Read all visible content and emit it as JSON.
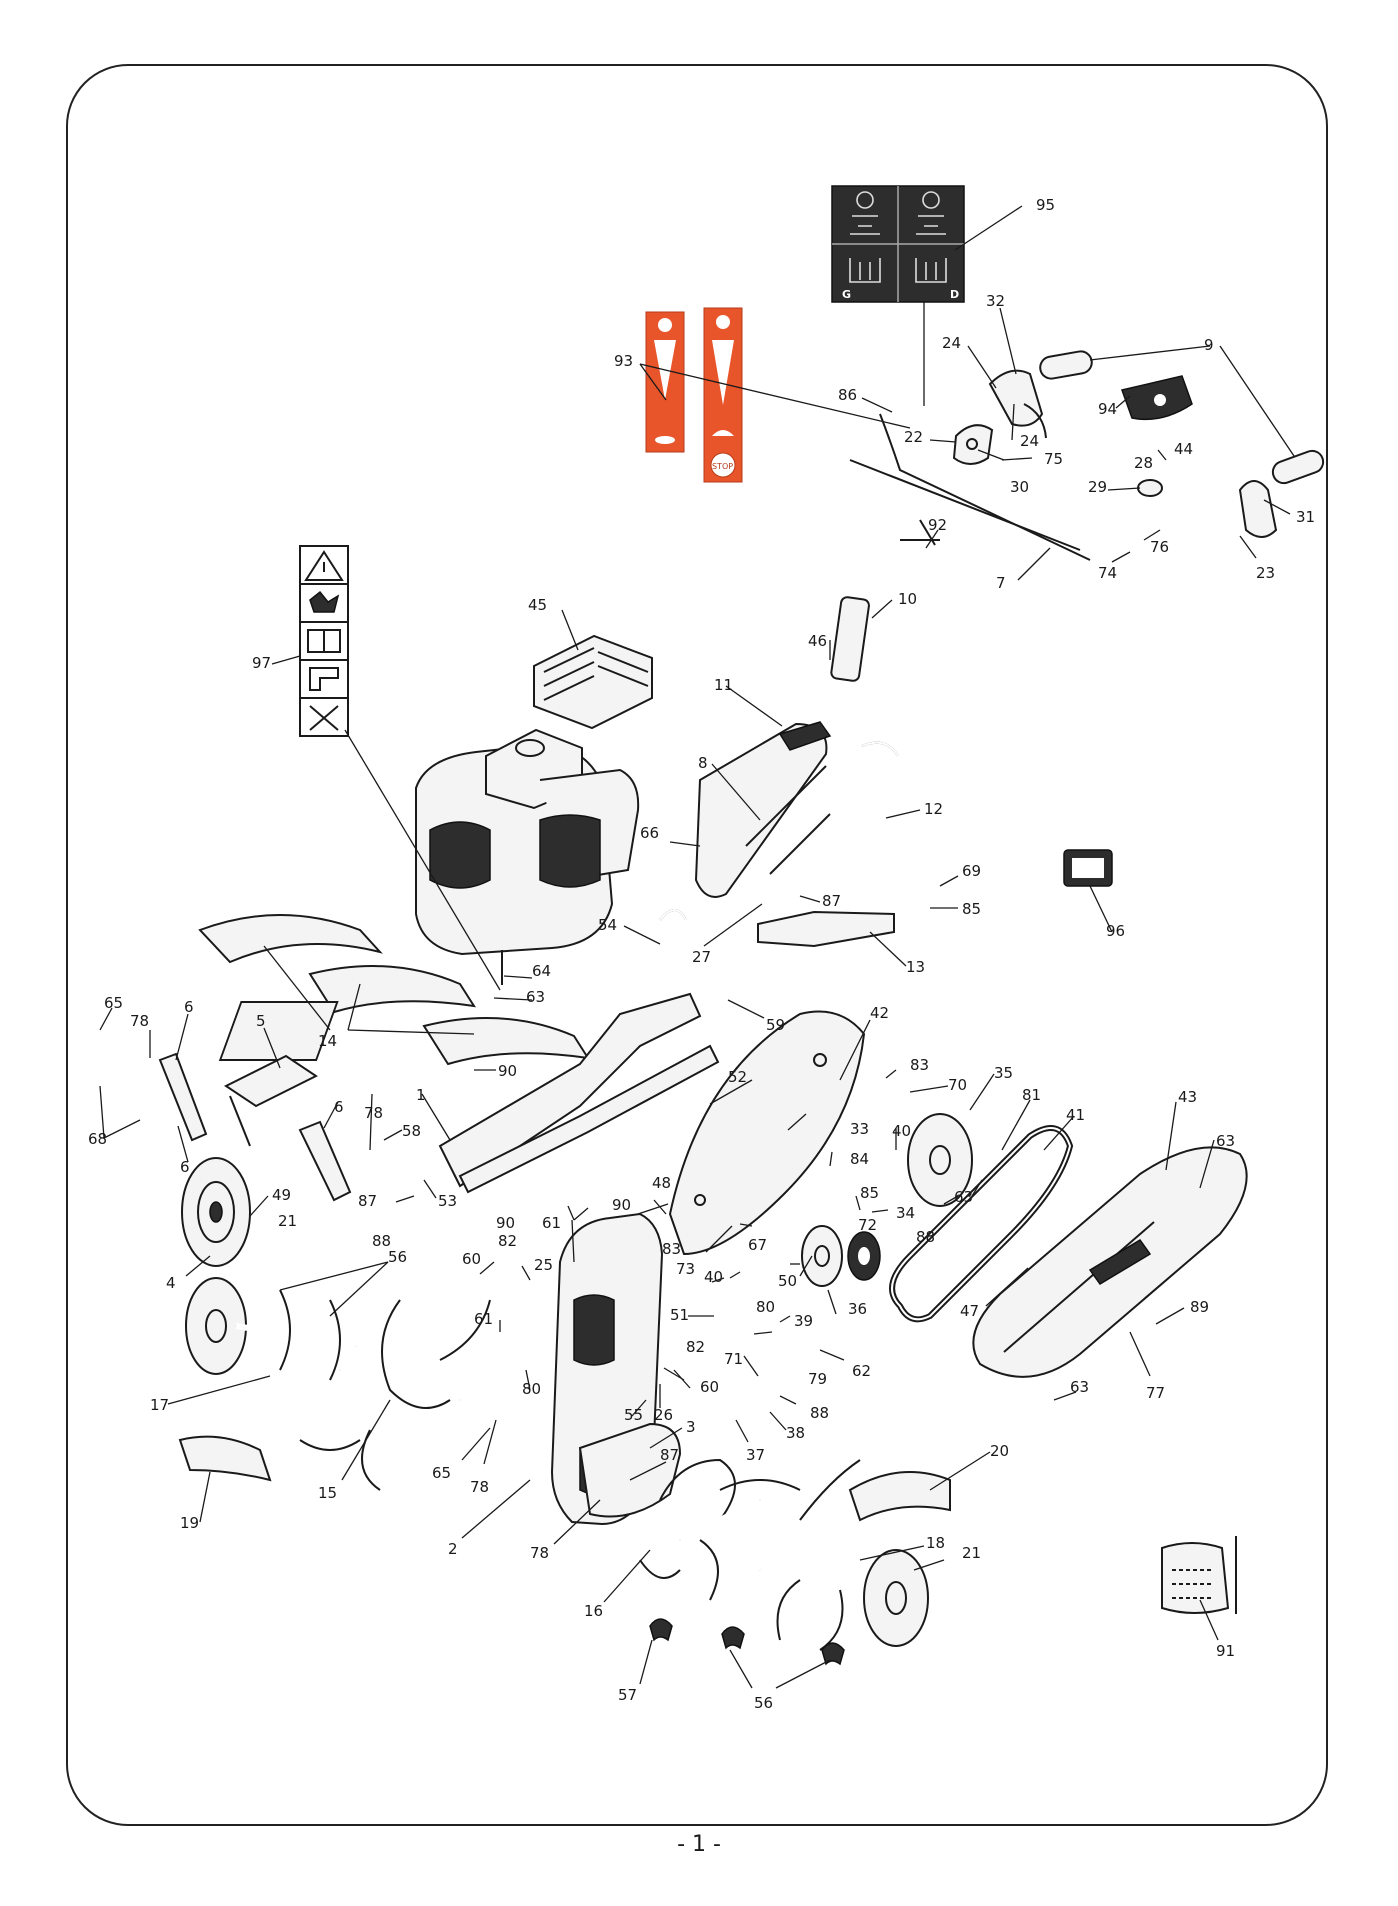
{
  "page": {
    "number": "- 1 -"
  },
  "labels": [
    {
      "id": "95",
      "text": "95"
    },
    {
      "id": "32",
      "text": "32"
    },
    {
      "id": "9",
      "text": "9"
    },
    {
      "id": "24a",
      "text": "24"
    },
    {
      "id": "24b",
      "text": "24"
    },
    {
      "id": "86",
      "text": "86"
    },
    {
      "id": "93",
      "text": "93"
    },
    {
      "id": "94",
      "text": "94"
    },
    {
      "id": "22",
      "text": "22"
    },
    {
      "id": "75",
      "text": "75"
    },
    {
      "id": "30",
      "text": "30"
    },
    {
      "id": "28",
      "text": "28"
    },
    {
      "id": "44",
      "text": "44"
    },
    {
      "id": "29",
      "text": "29"
    },
    {
      "id": "31",
      "text": "31"
    },
    {
      "id": "92",
      "text": "92"
    },
    {
      "id": "76",
      "text": "76"
    },
    {
      "id": "74",
      "text": "74"
    },
    {
      "id": "23",
      "text": "23"
    },
    {
      "id": "7",
      "text": "7"
    },
    {
      "id": "10",
      "text": "10"
    },
    {
      "id": "45",
      "text": "45"
    },
    {
      "id": "46",
      "text": "46"
    },
    {
      "id": "97",
      "text": "97"
    },
    {
      "id": "11",
      "text": "11"
    },
    {
      "id": "8",
      "text": "8"
    },
    {
      "id": "12",
      "text": "12"
    },
    {
      "id": "66",
      "text": "66"
    },
    {
      "id": "69",
      "text": "69"
    },
    {
      "id": "96",
      "text": "96"
    },
    {
      "id": "87a",
      "text": "87"
    },
    {
      "id": "85a",
      "text": "85"
    },
    {
      "id": "27",
      "text": "27"
    },
    {
      "id": "54",
      "text": "54"
    },
    {
      "id": "13",
      "text": "13"
    },
    {
      "id": "64",
      "text": "64"
    },
    {
      "id": "63a",
      "text": "63"
    },
    {
      "id": "59",
      "text": "59"
    },
    {
      "id": "65a",
      "text": "65"
    },
    {
      "id": "78a",
      "text": "78"
    },
    {
      "id": "6a",
      "text": "6"
    },
    {
      "id": "5",
      "text": "5"
    },
    {
      "id": "14",
      "text": "14"
    },
    {
      "id": "90a",
      "text": "90"
    },
    {
      "id": "42",
      "text": "42"
    },
    {
      "id": "83a",
      "text": "83"
    },
    {
      "id": "35",
      "text": "35"
    },
    {
      "id": "70",
      "text": "70"
    },
    {
      "id": "81",
      "text": "81"
    },
    {
      "id": "43",
      "text": "43"
    },
    {
      "id": "41",
      "text": "41"
    },
    {
      "id": "52",
      "text": "52"
    },
    {
      "id": "1",
      "text": "1"
    },
    {
      "id": "68",
      "text": "68"
    },
    {
      "id": "6b",
      "text": "6"
    },
    {
      "id": "6c",
      "text": "6"
    },
    {
      "id": "78b",
      "text": "78"
    },
    {
      "id": "58",
      "text": "58"
    },
    {
      "id": "33",
      "text": "33"
    },
    {
      "id": "40a",
      "text": "40"
    },
    {
      "id": "84",
      "text": "84"
    },
    {
      "id": "63b",
      "text": "63"
    },
    {
      "id": "63c",
      "text": "63"
    },
    {
      "id": "49",
      "text": "49"
    },
    {
      "id": "87b",
      "text": "87"
    },
    {
      "id": "53",
      "text": "53"
    },
    {
      "id": "48",
      "text": "48"
    },
    {
      "id": "90b",
      "text": "90"
    },
    {
      "id": "90c",
      "text": "90"
    },
    {
      "id": "85b",
      "text": "85"
    },
    {
      "id": "34",
      "text": "34"
    },
    {
      "id": "72",
      "text": "72"
    },
    {
      "id": "21a",
      "text": "21"
    },
    {
      "id": "88a",
      "text": "88"
    },
    {
      "id": "61a",
      "text": "61"
    },
    {
      "id": "83b",
      "text": "83"
    },
    {
      "id": "67",
      "text": "67"
    },
    {
      "id": "88b",
      "text": "88"
    },
    {
      "id": "82a",
      "text": "82"
    },
    {
      "id": "60a",
      "text": "60"
    },
    {
      "id": "25",
      "text": "25"
    },
    {
      "id": "73",
      "text": "73"
    },
    {
      "id": "40b",
      "text": "40"
    },
    {
      "id": "50",
      "text": "50"
    },
    {
      "id": "47",
      "text": "47"
    },
    {
      "id": "4",
      "text": "4"
    },
    {
      "id": "56a",
      "text": "56"
    },
    {
      "id": "36",
      "text": "36"
    },
    {
      "id": "89",
      "text": "89"
    },
    {
      "id": "51",
      "text": "51"
    },
    {
      "id": "80a",
      "text": "80"
    },
    {
      "id": "39",
      "text": "39"
    },
    {
      "id": "61b",
      "text": "61"
    },
    {
      "id": "62",
      "text": "62"
    },
    {
      "id": "77",
      "text": "77"
    },
    {
      "id": "82b",
      "text": "82"
    },
    {
      "id": "71",
      "text": "71"
    },
    {
      "id": "80b",
      "text": "80"
    },
    {
      "id": "60b",
      "text": "60"
    },
    {
      "id": "79",
      "text": "79"
    },
    {
      "id": "63d",
      "text": "63"
    },
    {
      "id": "17",
      "text": "17"
    },
    {
      "id": "26",
      "text": "26"
    },
    {
      "id": "55",
      "text": "55"
    },
    {
      "id": "88c",
      "text": "88"
    },
    {
      "id": "3",
      "text": "3"
    },
    {
      "id": "38",
      "text": "38"
    },
    {
      "id": "37",
      "text": "37"
    },
    {
      "id": "87c",
      "text": "87"
    },
    {
      "id": "20",
      "text": "20"
    },
    {
      "id": "65b",
      "text": "65"
    },
    {
      "id": "78c",
      "text": "78"
    },
    {
      "id": "15",
      "text": "15"
    },
    {
      "id": "19",
      "text": "19"
    },
    {
      "id": "2",
      "text": "2"
    },
    {
      "id": "78d",
      "text": "78"
    },
    {
      "id": "18",
      "text": "18"
    },
    {
      "id": "21b",
      "text": "21"
    },
    {
      "id": "16",
      "text": "16"
    },
    {
      "id": "91",
      "text": "91"
    },
    {
      "id": "57",
      "text": "57"
    },
    {
      "id": "56b",
      "text": "56"
    }
  ],
  "decals": {
    "g_mark": "G",
    "d_mark": "D",
    "stop_text": "STOP"
  },
  "colors": {
    "decal_orange": "#e8552b",
    "ink": "#1a1a1a"
  }
}
